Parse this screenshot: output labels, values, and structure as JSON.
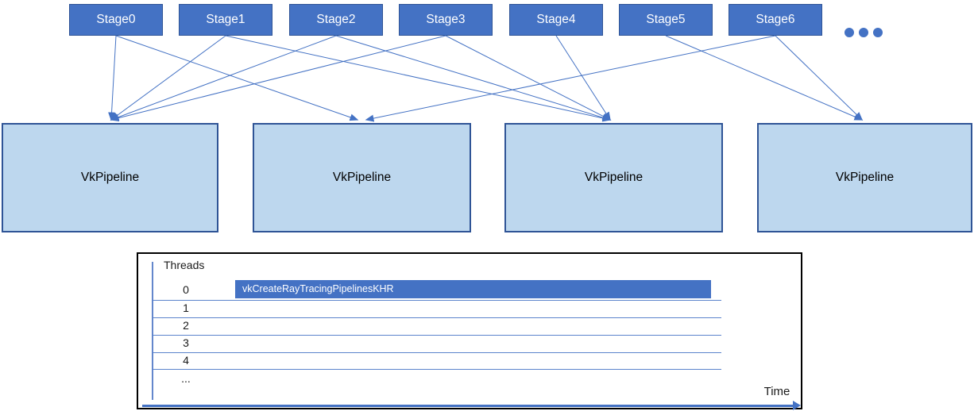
{
  "diagram": {
    "stages": [
      {
        "label": "Stage0"
      },
      {
        "label": "Stage1"
      },
      {
        "label": "Stage2"
      },
      {
        "label": "Stage3"
      },
      {
        "label": "Stage4"
      },
      {
        "label": "Stage5"
      },
      {
        "label": "Stage6"
      }
    ],
    "more_stages_indicator": "ellipsis-dots",
    "pipelines": [
      {
        "label": "VkPipeline"
      },
      {
        "label": "VkPipeline"
      },
      {
        "label": "VkPipeline"
      },
      {
        "label": "VkPipeline"
      }
    ],
    "connections": [
      {
        "from": 0,
        "to": 0
      },
      {
        "from": 1,
        "to": 0
      },
      {
        "from": 2,
        "to": 0
      },
      {
        "from": 3,
        "to": 0
      },
      {
        "from": 0,
        "to": 1
      },
      {
        "from": 6,
        "to": 1
      },
      {
        "from": 1,
        "to": 2
      },
      {
        "from": 2,
        "to": 2
      },
      {
        "from": 3,
        "to": 2
      },
      {
        "from": 4,
        "to": 2
      },
      {
        "from": 5,
        "to": 3
      },
      {
        "from": 6,
        "to": 3
      }
    ]
  },
  "timeline": {
    "axis_label": "Threads",
    "rows": [
      "0",
      "1",
      "2",
      "3",
      "4",
      "..."
    ],
    "bar": {
      "label": "vkCreateRayTracingPipelinesKHR",
      "row": "0"
    },
    "time_label": "Time"
  },
  "colors": {
    "stage_fill": "#4472C4",
    "stage_border": "#2F5496",
    "pipeline_fill": "#BDD7EE",
    "pipeline_border": "#2F5496",
    "connector": "#4472C4",
    "chart_border": "#000000",
    "grid_line": "#5B83CC",
    "bar_fill": "#4472C4",
    "bar_text": "#FFFFFF",
    "time_arrow": "#4472C4"
  }
}
